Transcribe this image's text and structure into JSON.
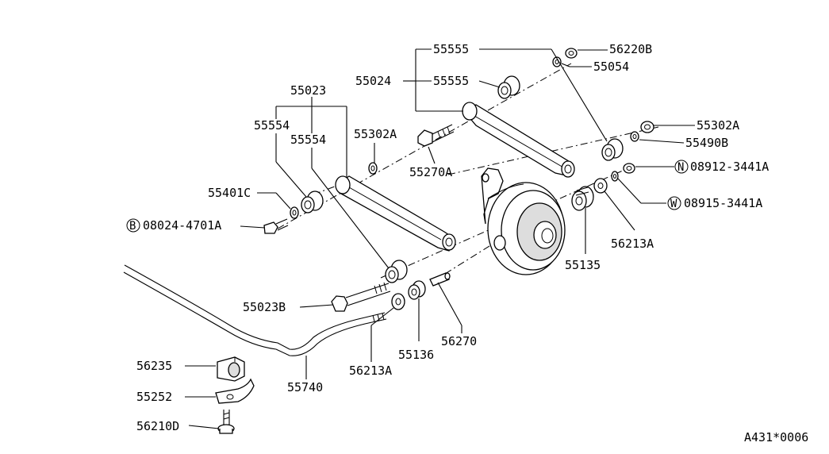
{
  "parts": {
    "p55555_top": "55555",
    "p55024": "55024",
    "p55555_mid": "55555",
    "p56220B": "56220B",
    "p55054": "55054",
    "p55023": "55023",
    "p55554_a": "55554",
    "p55554_b": "55554",
    "p55302A_left": "55302A",
    "p55270A": "55270A",
    "p55302A_right": "55302A",
    "p55490B": "55490B",
    "p08912": "08912-3441A",
    "p08912_prefix": "N",
    "p08915": "08915-3441A",
    "p08915_prefix": "W",
    "p55401C": "55401C",
    "p08024": "08024-4701A",
    "p08024_prefix": "B",
    "p56213A_right": "56213A",
    "p55135": "55135",
    "p55023B": "55023B",
    "p56270": "56270",
    "p55136": "55136",
    "p56213A_bottom": "56213A",
    "p56235": "56235",
    "p55740": "55740",
    "p55252": "55252",
    "p56210D": "56210D"
  },
  "diagram_code": "A431*0006"
}
